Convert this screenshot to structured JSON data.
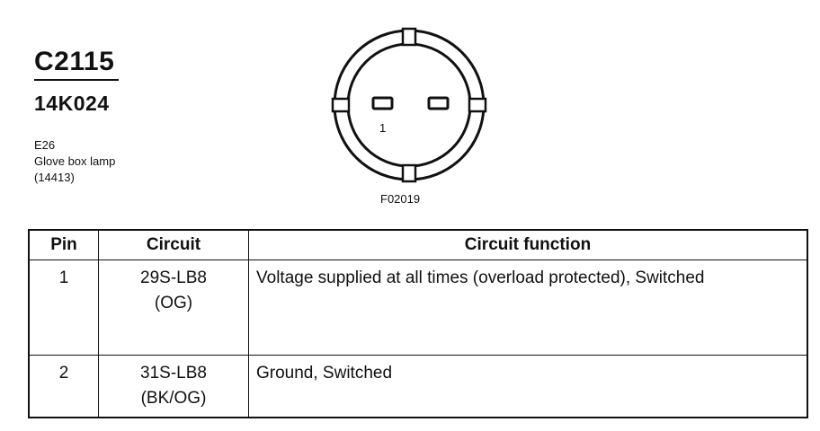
{
  "header": {
    "connector_id": "C2115",
    "part_number": "14K024",
    "description": [
      "E26",
      "Glove box lamp",
      "(14413)"
    ]
  },
  "diagram": {
    "pin_label": "1",
    "figure_id": "F02019"
  },
  "table": {
    "headers": [
      "Pin",
      "Circuit",
      "Circuit function"
    ],
    "rows": [
      {
        "pin": "1",
        "circuit": "29S-LB8",
        "color": "(OG)",
        "function": "Voltage supplied at all times (overload protected), Switched"
      },
      {
        "pin": "2",
        "circuit": "31S-LB8",
        "color": "(BK/OG)",
        "function": "Ground, Switched"
      }
    ]
  }
}
